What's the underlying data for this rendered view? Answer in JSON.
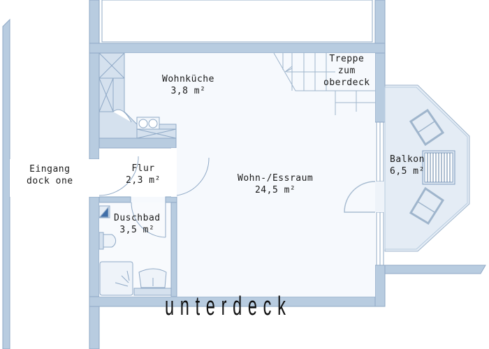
{
  "floor_plan": {
    "title": "unterdeck",
    "colors": {
      "wall": "#b8cce0",
      "wall_stroke": "#8fa9c6",
      "floor": "#f6f9fd",
      "balcony": "#e4ecf5",
      "text": "#1a1a1a"
    },
    "rooms": [
      {
        "id": "wohnkueche",
        "name": "Wohnküche",
        "area": "3,8 m²"
      },
      {
        "id": "flur",
        "name": "Flur",
        "area": "2,3 m²"
      },
      {
        "id": "duschbad",
        "name": "Duschbad",
        "area": "3,5 m²"
      },
      {
        "id": "wohn-essraum",
        "name": "Wohn-/Essraum",
        "area": "24,5 m²"
      },
      {
        "id": "balkon",
        "name": "Balkon",
        "area": "6,5 m²"
      }
    ],
    "labels": {
      "treppe": [
        "Treppe",
        "zum",
        "oberdeck"
      ],
      "eingang": [
        "Eingang",
        "dock one"
      ]
    }
  }
}
